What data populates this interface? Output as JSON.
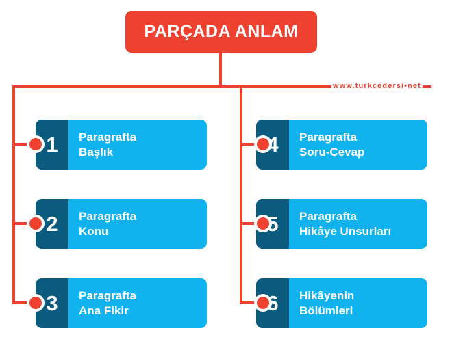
{
  "title": {
    "label": "PARÇADA ANLAM",
    "color": "#ee4130"
  },
  "watermark": {
    "text": "www.turkcedersi•net",
    "color": "#ee4130"
  },
  "theme": {
    "accent_red": "#ee4130",
    "number_panel_blue": "#0a5b7e",
    "body_blue": "#11b3ee",
    "text_white": "#ffffff",
    "background": "#ffffff"
  },
  "items": [
    {
      "number": "1",
      "line1": "Paragrafta",
      "line2": "Başlık",
      "column": "left",
      "row": 1
    },
    {
      "number": "2",
      "line1": "Paragrafta",
      "line2": "Konu",
      "column": "left",
      "row": 2
    },
    {
      "number": "3",
      "line1": "Paragrafta",
      "line2": "Ana Fikir",
      "column": "left",
      "row": 3
    },
    {
      "number": "4",
      "line1": "Paragrafta",
      "line2": "Soru-Cevap",
      "column": "right",
      "row": 1
    },
    {
      "number": "5",
      "line1": "Paragrafta",
      "line2": "Hikâye Unsurları",
      "column": "right",
      "row": 2
    },
    {
      "number": "6",
      "line1": "Hikâyenin",
      "line2": "Bölümleri",
      "column": "right",
      "row": 3
    }
  ]
}
